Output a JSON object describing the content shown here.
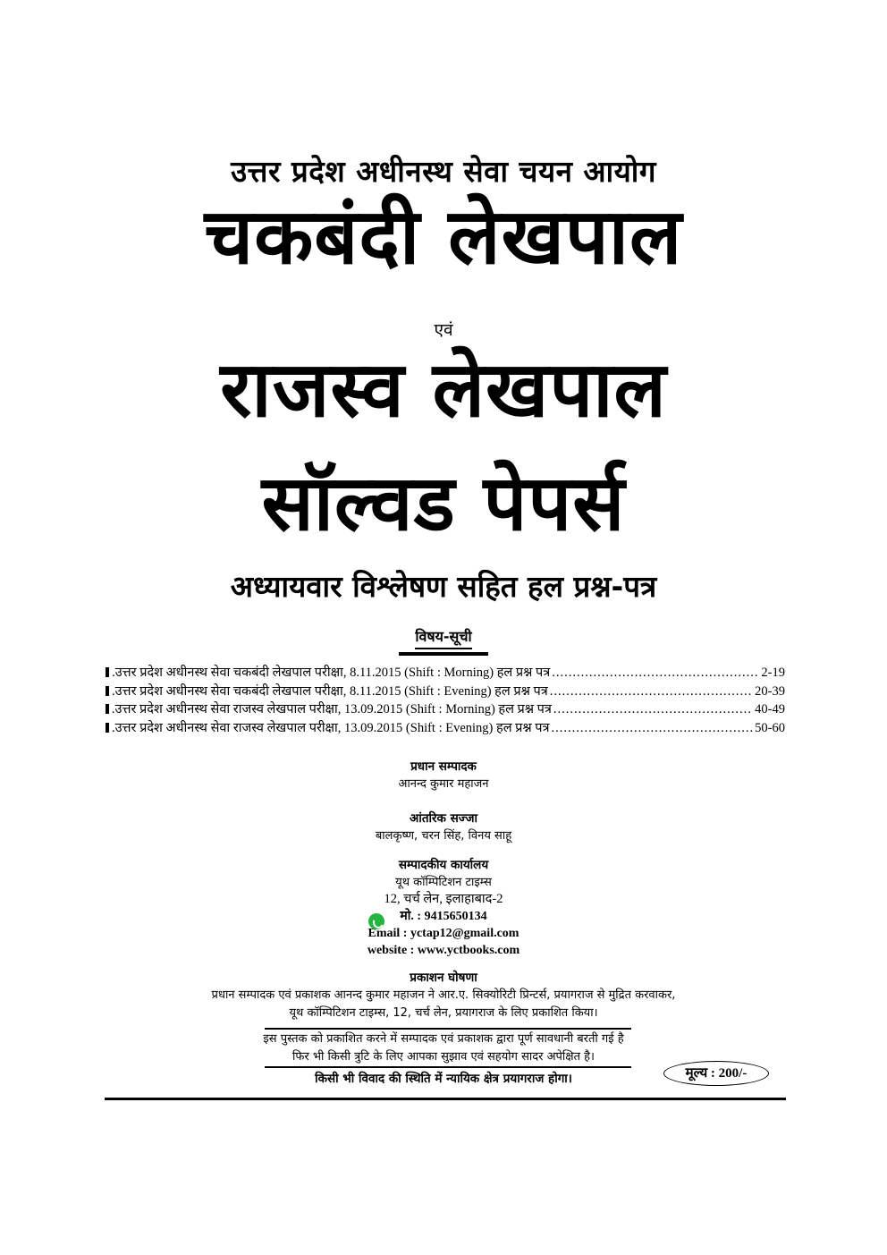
{
  "header": {
    "organization": "उत्तर प्रदेश अधीनस्थ सेवा चयन आयोग",
    "title_line1": "चकबंदी लेखपाल",
    "conjunction": "एवं",
    "title_line2": "राजस्व लेखपाल",
    "title_line3": "सॉल्वड पेपर्स",
    "subtitle": "अध्यायवार विश्लेषण सहित हल प्रश्न-पत्र"
  },
  "toc": {
    "heading": "विषय-सूची",
    "items": [
      {
        "text": ".उत्तर प्रदेश अधीनस्थ सेवा चकबंदी लेखपाल परीक्षा, 8.11.2015 (Shift : Morning) हल प्रश्न पत्र",
        "pages": "2-19"
      },
      {
        "text": ".उत्तर प्रदेश अधीनस्थ सेवा चकबंदी लेखपाल परीक्षा, 8.11.2015 (Shift : Evening) हल प्रश्न पत्र",
        "pages": "20-39"
      },
      {
        "text": ".उत्तर प्रदेश अधीनस्थ सेवा राजस्व लेखपाल परीक्षा, 13.09.2015 (Shift : Morning) हल प्रश्न पत्र",
        "pages": "40-49"
      },
      {
        "text": ".उत्तर प्रदेश अधीनस्थ सेवा राजस्व लेखपाल परीक्षा, 13.09.2015 (Shift : Evening) हल प्रश्न पत्र",
        "pages": "50-60"
      }
    ]
  },
  "credits": {
    "editor_heading": "प्रधान सम्पादक",
    "editor_name": "आनन्द कुमार महाजन",
    "interior_heading": "आंतरिक सज्जा",
    "interior_names": "बालकृष्ण, चरन सिंह, विनय साहू",
    "office_heading": "सम्पादकीय कार्यालय",
    "office_name": "यूथ कॉम्पिटिशन टाइम्स",
    "office_address": "12, चर्च लेन, इलाहाबाद-2",
    "phone": "मो. : 9415650134",
    "email": "Email : yctap12@gmail.com",
    "website": "website : www.yctbooks.com",
    "whatsapp_icon": "whatsapp-icon"
  },
  "publication": {
    "heading": "प्रकाशन घोषणा",
    "line1": "प्रधान सम्पादक एवं प्रकाशक आनन्द कुमार महाजन ने आर.ए. सिक्योरिटी प्रिन्टर्स, प्रयागराज से मुद्रित करवाकर,",
    "line2": "यूथ कॉम्पिटिशन टाइम्स, 12, चर्च लेन, प्रयागराज के लिए प्रकाशित किया।",
    "disclaimer1": "इस पुस्तक को प्रकाशित करने में सम्पादक एवं प्रकाशक द्वारा पूर्ण सावधानी बरती गई है",
    "disclaimer2": "फिर भी किसी त्रुटि के लिए आपका सुझाव एवं सहयोग सादर अपेक्षित है।",
    "jurisdiction": "किसी भी विवाद की स्थिति में न्यायिक क्षेत्र प्रयागराज होगा।",
    "price": "मूल्य : 200/-"
  }
}
